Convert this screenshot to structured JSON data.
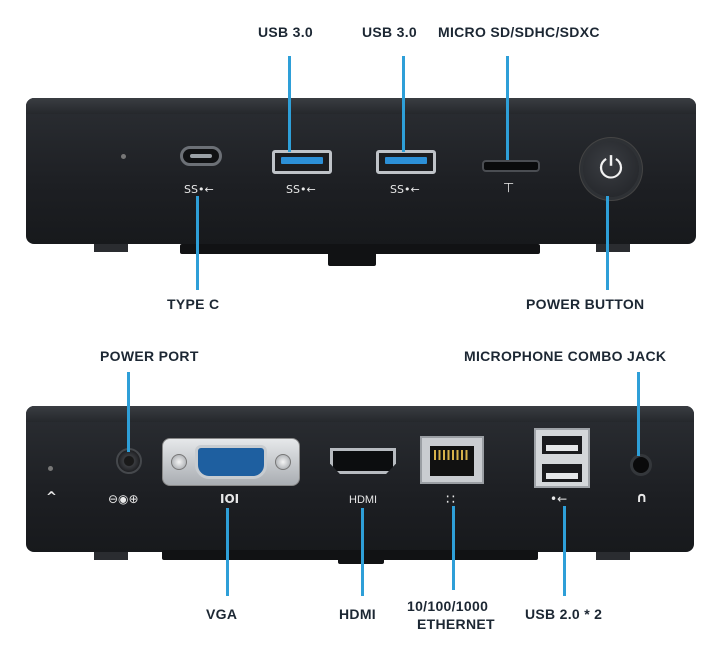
{
  "top_labels": {
    "usb3_a": "USB 3.0",
    "usb3_b": "USB 3.0",
    "micro_sd": "MICRO SD/SDHC/SDXC",
    "type_c": "TYPE C",
    "power_button": "POWER BUTTON"
  },
  "bottom_labels": {
    "power_port": "POWER PORT",
    "mic_jack": "MICROPHONE COMBO JACK",
    "vga": "VGA",
    "hdmi": "HDMI",
    "ethernet_line1": "10/100/1000",
    "ethernet_line2": "ETHERNET",
    "usb2": "USB 2.0 * 2"
  },
  "port_markings": {
    "ss_usb": "SS•←",
    "sd_symbol": "⊤",
    "power_symbol": "⏻",
    "dc_symbol": "⊖◉⊕",
    "vga_symbol": "IOI",
    "hdmi_symbol": "HDMI",
    "lan_symbol": "∷",
    "usb_symbol": "•←",
    "headphone_symbol": "∩",
    "arrow_symbol": "^"
  },
  "colors": {
    "leader_line": "#2e9fd8",
    "label_text": "#1c2733",
    "device_body": "#1d1f23"
  }
}
